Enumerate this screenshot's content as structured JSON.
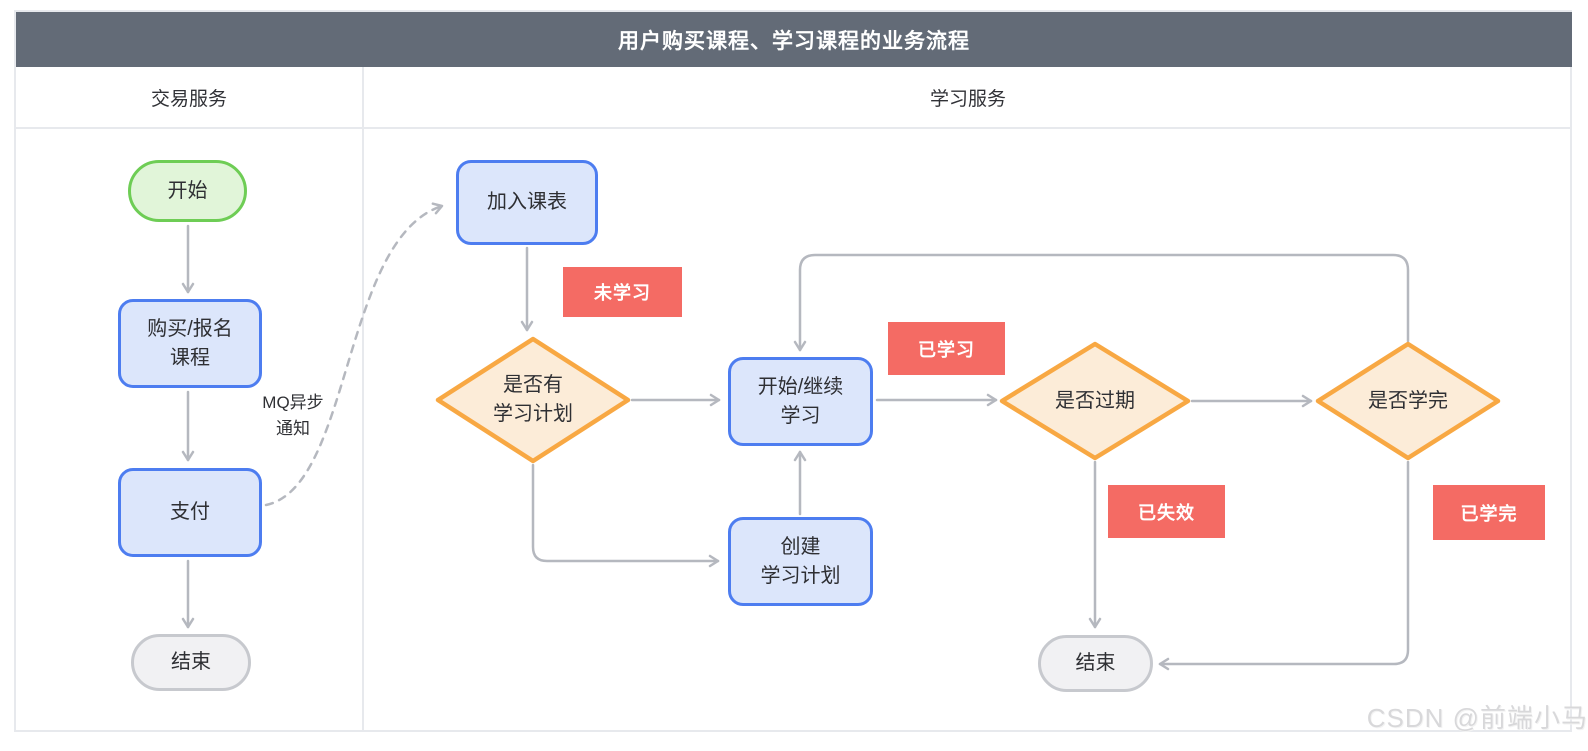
{
  "title": "用户购买课程、学习课程的业务流程",
  "lanes": [
    {
      "label": "交易服务"
    },
    {
      "label": "学习服务"
    }
  ],
  "nodes": {
    "start": {
      "label": "开始",
      "type": "start"
    },
    "purchase": {
      "label": "购买/报名\n课程",
      "type": "process"
    },
    "pay": {
      "label": "支付",
      "type": "process"
    },
    "end_trade": {
      "label": "结束",
      "type": "end"
    },
    "join_schedule": {
      "label": "加入课表",
      "type": "process"
    },
    "has_plan": {
      "label": "是否有\n学习计划",
      "type": "decision"
    },
    "start_continue": {
      "label": "开始/继续\n学习",
      "type": "process"
    },
    "create_plan": {
      "label": "创建\n学习计划",
      "type": "process"
    },
    "is_expired": {
      "label": "是否过期",
      "type": "decision"
    },
    "is_finished": {
      "label": "是否学完",
      "type": "decision"
    },
    "end_learn": {
      "label": "结束",
      "type": "end"
    }
  },
  "edge_labels": {
    "mq_async": "MQ异步\n通知",
    "not_learned": "未学习",
    "learned": "已学习",
    "invalidated": "已失效",
    "finished": "已学完"
  },
  "watermark": "CSDN @前端小马",
  "colors": {
    "titlebar": "#636b77",
    "frame_border": "#e7e9ed",
    "process_fill": "#dce6fb",
    "process_border": "#4d7df0",
    "start_fill": "#e1f5d9",
    "start_border": "#6ecd55",
    "end_fill": "#f1f1f3",
    "end_border": "#c7c9ce",
    "decision_fill": "#fcecd8",
    "decision_border": "#f8a843",
    "badge": "#f46b64",
    "line": "#b5b8bf",
    "text": "#2e2f33"
  }
}
